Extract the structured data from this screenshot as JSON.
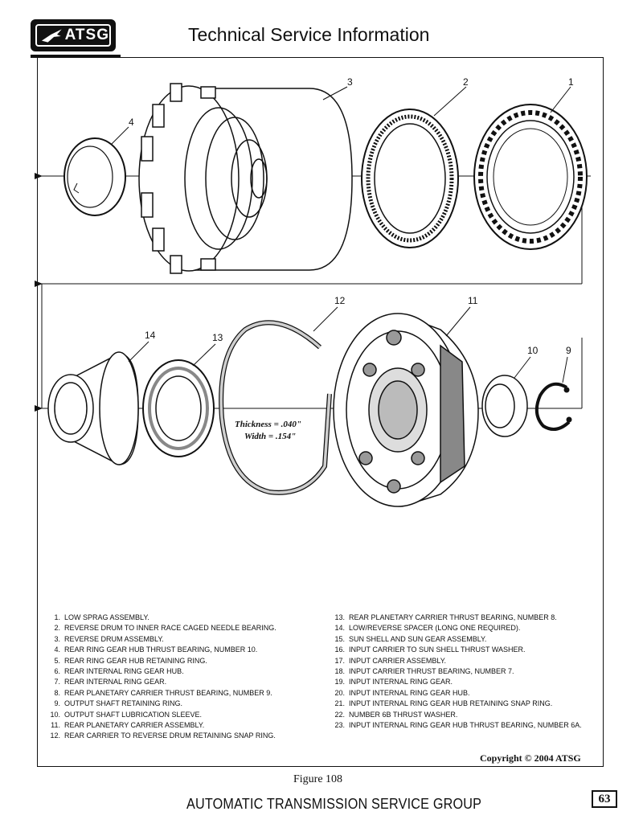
{
  "header": {
    "logo_text": "ATSG",
    "title": "Technical Service Information"
  },
  "diagram": {
    "callouts": {
      "c1": "1",
      "c2": "2",
      "c3": "3",
      "c4": "4",
      "c9": "9",
      "c10": "10",
      "c11": "11",
      "c12": "12",
      "c13": "13",
      "c14": "14"
    },
    "spec_thickness": "Thickness = .040\"",
    "spec_width": "Width = .154\""
  },
  "legend": {
    "left": [
      {
        "num": "1.",
        "text": "LOW SPRAG ASSEMBLY."
      },
      {
        "num": "2.",
        "text": "REVERSE DRUM TO INNER RACE CAGED NEEDLE BEARING."
      },
      {
        "num": "3.",
        "text": "REVERSE DRUM ASSEMBLY."
      },
      {
        "num": "4.",
        "text": "REAR RING GEAR HUB THRUST BEARING, NUMBER 10."
      },
      {
        "num": "5.",
        "text": "REAR RING GEAR HUB RETAINING RING."
      },
      {
        "num": "6.",
        "text": "REAR INTERNAL RING GEAR HUB."
      },
      {
        "num": "7.",
        "text": "REAR INTERNAL RING GEAR."
      },
      {
        "num": "8.",
        "text": "REAR PLANETARY CARRIER THRUST BEARING, NUMBER 9."
      },
      {
        "num": "9.",
        "text": "OUTPUT SHAFT RETAINING RING."
      },
      {
        "num": "10.",
        "text": "OUTPUT SHAFT LUBRICATION SLEEVE."
      },
      {
        "num": "11.",
        "text": "REAR PLANETARY CARRIER ASSEMBLY."
      },
      {
        "num": "12.",
        "text": "REAR CARRIER TO REVERSE DRUM RETAINING SNAP RING."
      }
    ],
    "right": [
      {
        "num": "13.",
        "text": "REAR PLANETARY CARRIER THRUST BEARING, NUMBER 8."
      },
      {
        "num": "14.",
        "text": "LOW/REVERSE SPACER (LONG ONE REQUIRED)."
      },
      {
        "num": "15.",
        "text": "SUN SHELL AND SUN GEAR ASSEMBLY."
      },
      {
        "num": "16.",
        "text": "INPUT CARRIER TO SUN SHELL THRUST WASHER."
      },
      {
        "num": "17.",
        "text": "INPUT CARRIER ASSEMBLY."
      },
      {
        "num": "18.",
        "text": "INPUT CARRIER THRUST BEARING, NUMBER 7."
      },
      {
        "num": "19.",
        "text": "INPUT INTERNAL RING GEAR."
      },
      {
        "num": "20.",
        "text": "INPUT INTERNAL RING GEAR HUB."
      },
      {
        "num": "21.",
        "text": "INPUT INTERNAL RING GEAR HUB RETAINING SNAP RING."
      },
      {
        "num": "22.",
        "text": "NUMBER 6B  THRUST WASHER."
      },
      {
        "num": "23.",
        "text": "INPUT INTERNAL RING GEAR HUB THRUST BEARING, NUMBER 6A."
      }
    ]
  },
  "copyright": "Copyright © 2004 ATSG",
  "figure_caption": "Figure 108",
  "footer": {
    "title": "AUTOMATIC TRANSMISSION SERVICE GROUP",
    "page_number": "63"
  }
}
